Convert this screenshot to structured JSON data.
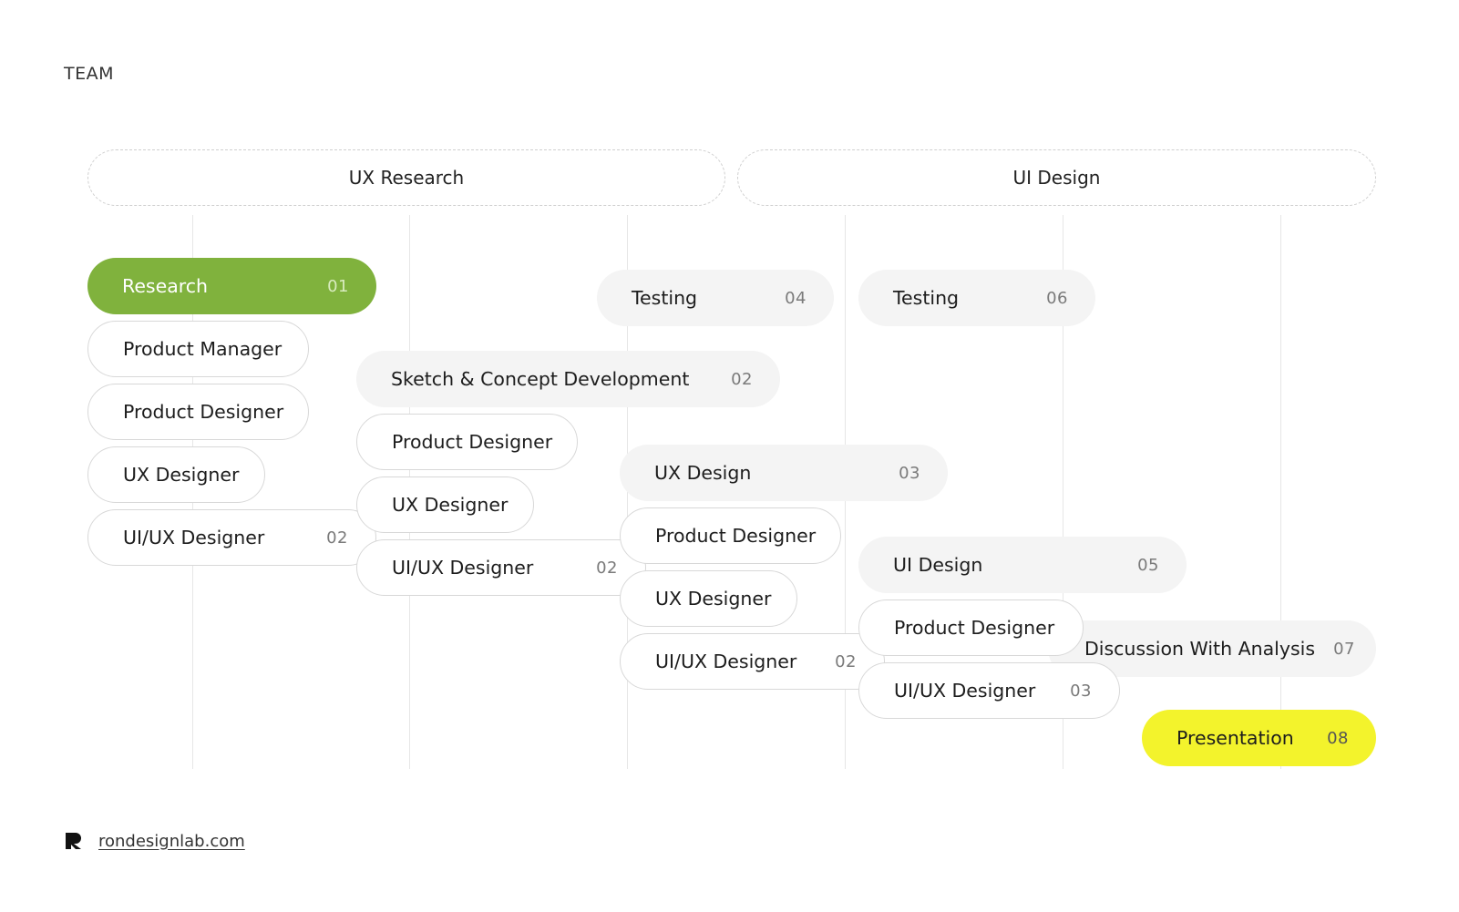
{
  "header": {
    "label": "TEAM"
  },
  "phases": [
    {
      "label": "UX Research"
    },
    {
      "label": "UI Design"
    }
  ],
  "steps": {
    "research": {
      "label": "Research",
      "num": "01"
    },
    "sketch": {
      "label": "Sketch & Concept Development",
      "num": "02"
    },
    "ux_design": {
      "label": "UX Design",
      "num": "03"
    },
    "testing_1": {
      "label": "Testing",
      "num": "04"
    },
    "ui_design": {
      "label": "UI Design",
      "num": "05"
    },
    "testing_2": {
      "label": "Testing",
      "num": "06"
    },
    "discussion": {
      "label": "Discussion With Analysis",
      "num": "07"
    },
    "presentation": {
      "label": "Presentation",
      "num": "08"
    }
  },
  "roles": {
    "research": {
      "pm": "Product Manager",
      "pd": "Product Designer",
      "uxd": "UX Designer",
      "uiux": "UI/UX Designer",
      "uiux_num": "02"
    },
    "sketch": {
      "pd": "Product Designer",
      "uxd": "UX Designer",
      "uiux": "UI/UX Designer",
      "uiux_num": "02"
    },
    "ux_design": {
      "pd": "Product Designer",
      "uxd": "UX Designer",
      "uiux": "UI/UX Designer",
      "uiux_num": "02"
    },
    "ui_design": {
      "pd": "Product Designer",
      "uiux": "UI/UX Designer",
      "uiux_num": "03"
    }
  },
  "footer": {
    "link": "rondesignlab.com"
  },
  "colors": {
    "accent_green": "#80b23d",
    "accent_yellow": "#f3f32c",
    "pill_grey": "#f4f4f4"
  }
}
